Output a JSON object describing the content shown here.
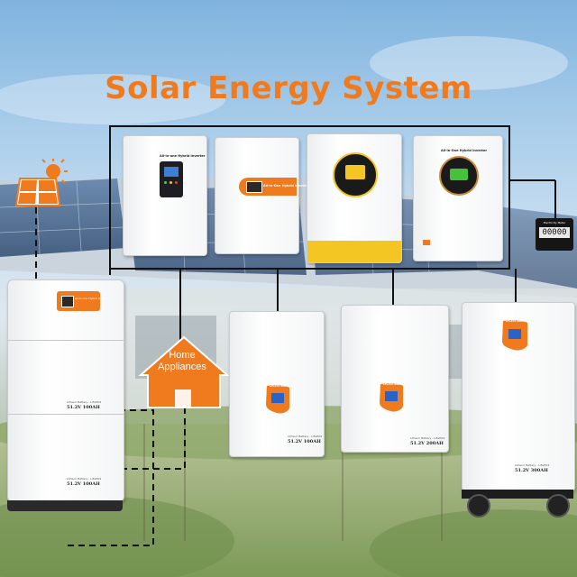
{
  "title": "Solar Energy System",
  "home": {
    "line1": "Home",
    "line2": "Appliances"
  },
  "stacked_battery": {
    "panel_text": "All-in-one Hybrid Inverter",
    "module1_spec": "51.2V 100AH",
    "module1_caption": "Lithium Battery - LiFePO4",
    "module2_spec": "51.2V 100AH",
    "module2_caption": "Lithium Battery - LiFePO4"
  },
  "inverters": {
    "inv1_text": "All-in-one Hybrid Inverter",
    "inv2_text": "All-in-One Hybrid Inverter",
    "inv4_text": "All-in-One Hybrid Inverter"
  },
  "wall_batteries": {
    "b1_spec": "51.2V 100AH",
    "b1_caption": "Lithium Battery - LiFePO4",
    "b2_spec": "51.2V 200AH",
    "b2_caption": "Lithium Battery - LiFePO4",
    "b3_spec": "51.2V 300AH",
    "b3_caption": "Lithium Battery - LiFePO4",
    "screen_label": "LiFePO4 Battery"
  },
  "meter": {
    "label": "Electricity Meter",
    "reading": "00000"
  },
  "colors": {
    "accent_orange": "#f07a1e",
    "wire": "#111111",
    "yellow_band": "#f3c623"
  }
}
